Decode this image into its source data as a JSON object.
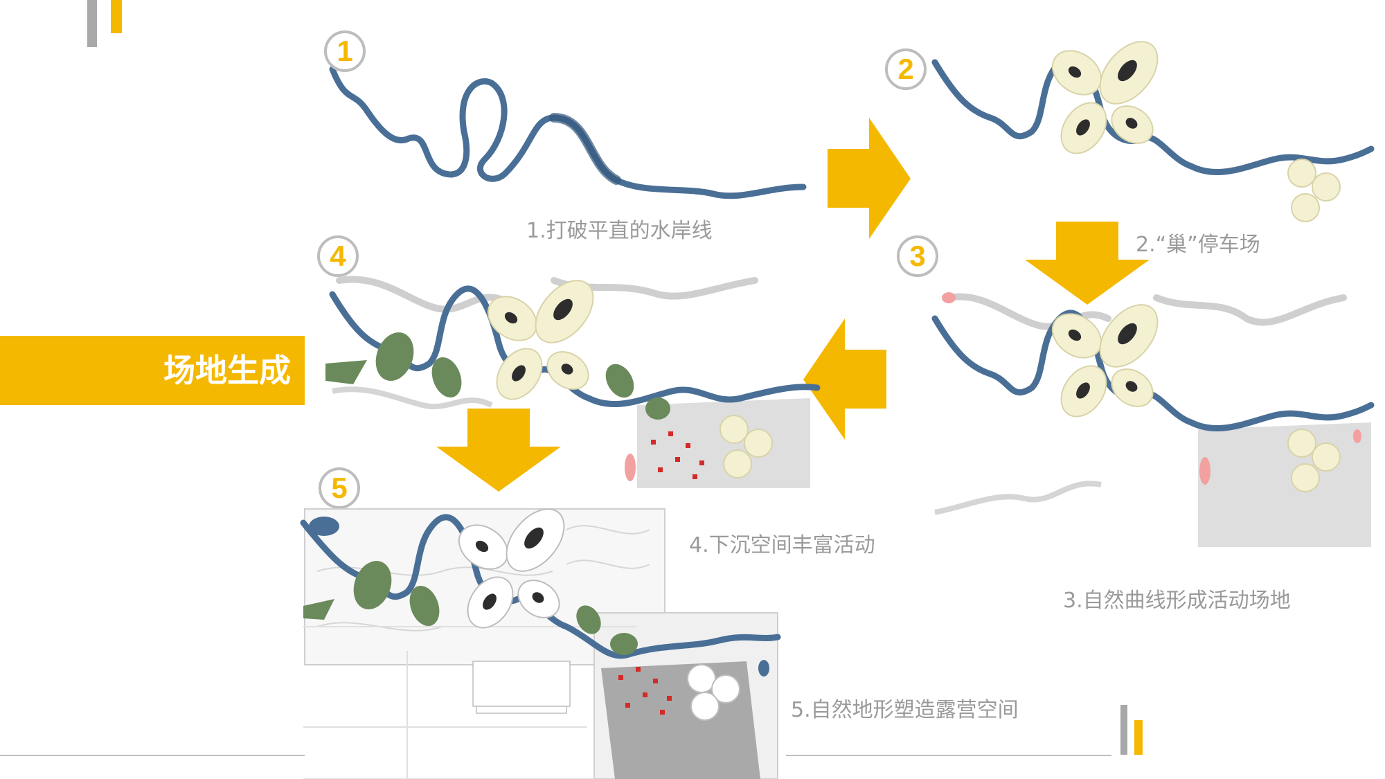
{
  "title": "场地生成",
  "steps": [
    {
      "num": "1",
      "caption": "1.打破平直的水岸线"
    },
    {
      "num": "2",
      "caption": "2.“巢”停车场"
    },
    {
      "num": "3",
      "caption": "3.自然曲线形成活动场地"
    },
    {
      "num": "4",
      "caption": "4.下沉空间丰富活动"
    },
    {
      "num": "5",
      "caption": "5.自然地形塑造露营空间"
    }
  ],
  "colors": {
    "accent": "#f5b800",
    "river": "#4a6f96",
    "pod": "#f4f0d2",
    "green": "#6b8a5c",
    "gray_bar": "#a8a8a8",
    "caption": "#9a9a9a"
  }
}
